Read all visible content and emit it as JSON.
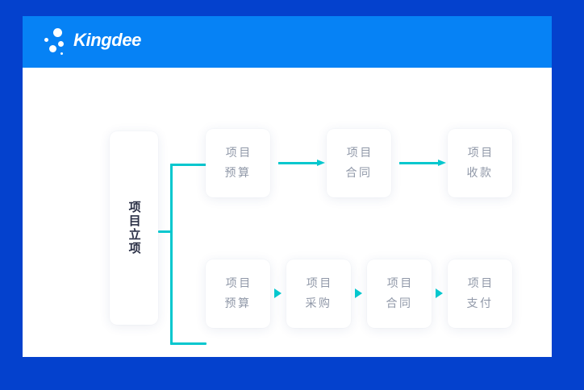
{
  "page": {
    "background_color": "#0441cd",
    "card_background": "#ffffff"
  },
  "brand": {
    "name": "Kingdee",
    "bar_color": "#0682f5",
    "logo_icon": "kingdee-dots-logo",
    "dot_color": "#ffffff"
  },
  "diagram": {
    "accent_color": "#05c7ce",
    "node_text_color": "#9098a8",
    "root_text_color": "#2b3046",
    "root": {
      "label": "项目立项",
      "orientation": "vertical"
    },
    "top_row": [
      {
        "label": "项目\n预算"
      },
      {
        "label": "项目\n合同"
      },
      {
        "label": "项目\n收款"
      }
    ],
    "bottom_row": [
      {
        "label": "项目\n预算"
      },
      {
        "label": "项目\n采购"
      },
      {
        "label": "项目\n合同"
      },
      {
        "label": "项目\n支付"
      }
    ],
    "connectors": {
      "branch": "bracket-split",
      "top_arrows": 2,
      "bottom_arrows": 3
    }
  }
}
